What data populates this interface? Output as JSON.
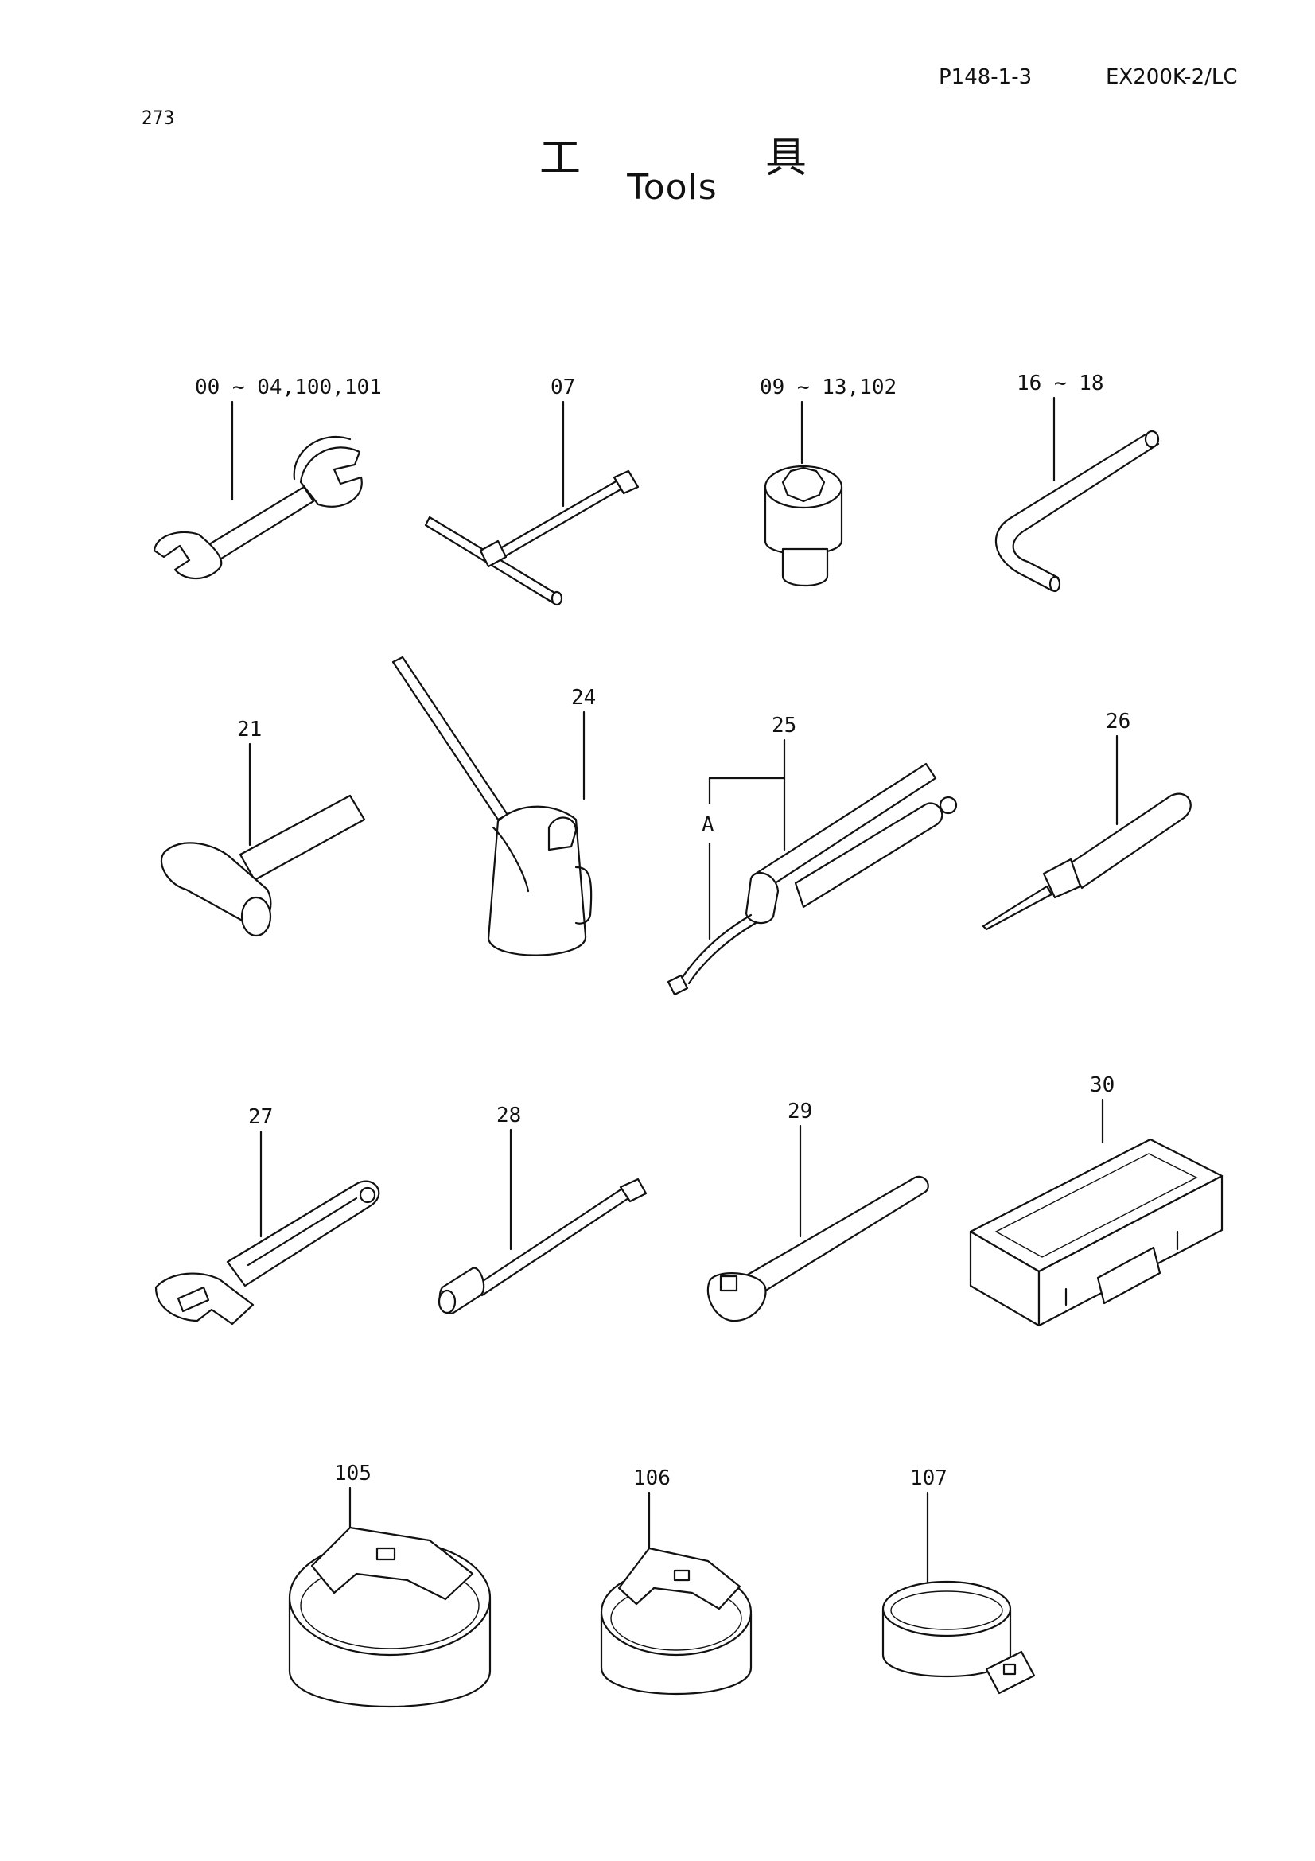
{
  "header": {
    "page_number": "273",
    "page_code": "P148-1-3",
    "model": "EX200K-2/LC"
  },
  "title": {
    "japanese_1": "工",
    "japanese_2": "具",
    "english": "Tools"
  },
  "parts": [
    {
      "id": "wrench",
      "label": "00 ~ 04,100,101"
    },
    {
      "id": "t-wrench",
      "label": "07"
    },
    {
      "id": "socket",
      "label": "09 ~ 13,102"
    },
    {
      "id": "hex-key",
      "label": "16 ~ 18"
    },
    {
      "id": "hammer",
      "label": "21"
    },
    {
      "id": "oil-can",
      "label": "24"
    },
    {
      "id": "grease-gun",
      "label": "25",
      "sub_label": "A"
    },
    {
      "id": "screwdriver",
      "label": "26"
    },
    {
      "id": "adjustable-wrench",
      "label": "27"
    },
    {
      "id": "extension-bar",
      "label": "28"
    },
    {
      "id": "ratchet-handle",
      "label": "29"
    },
    {
      "id": "tool-box",
      "label": "30"
    },
    {
      "id": "filter-wrench-large",
      "label": "105"
    },
    {
      "id": "filter-wrench-medium",
      "label": "106"
    },
    {
      "id": "filter-wrench-small",
      "label": "107"
    }
  ]
}
